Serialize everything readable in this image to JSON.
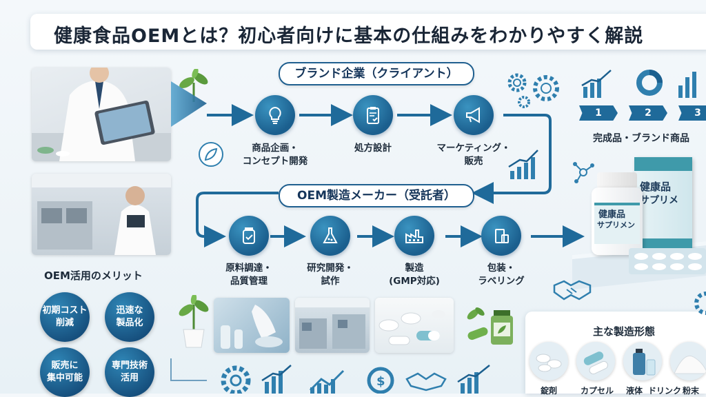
{
  "title": "健康食品OEMとは？初心者向けに基本の仕組みをわかりやすく解説",
  "brand_pill": "ブランド企業（クライアント）",
  "oem_pill": "OEM製造メーカー（受託者）",
  "brand_steps": [
    {
      "icon": "lightbulb-icon",
      "line1": "商品企画・",
      "line2": "コンセプト開発"
    },
    {
      "icon": "clipboard-check-icon",
      "line1": "処方設計",
      "line2": ""
    },
    {
      "icon": "megaphone-icon",
      "line1": "マーケティング・",
      "line2": "販売"
    }
  ],
  "oem_steps": [
    {
      "icon": "jar-check-icon",
      "line1": "原料調達・",
      "line2": "品質管理"
    },
    {
      "icon": "flask-icon",
      "line1": "研究開発・",
      "line2": "試作"
    },
    {
      "icon": "factory-icon",
      "line1": "製造",
      "line2": "(GMP対応)"
    },
    {
      "icon": "package-icon",
      "line1": "包装・",
      "line2": "ラベリング"
    }
  ],
  "merits_title": "OEM活用のメリット",
  "merits": [
    {
      "line1": "初期コスト",
      "line2": "削減"
    },
    {
      "line1": "迅速な",
      "line2": "製品化"
    },
    {
      "line1": "販売に",
      "line2": "集中可能"
    },
    {
      "line1": "専門技術",
      "line2": "活用"
    }
  ],
  "steps": [
    "1",
    "2",
    "3"
  ],
  "finished_label": "完成品・ブランド商品",
  "bottle_label": {
    "line1": "健康品",
    "line2": "サプリメン"
  },
  "box_label": {
    "line1": "健康品",
    "line2": "サプリメ"
  },
  "forms_title": "主な製造形態",
  "forms": [
    "錠剤",
    "カプセル",
    "液体",
    "ドリンク",
    "粉末"
  ],
  "colors": {
    "primary": "#1b5f8e",
    "accent": "#3a93c0",
    "arrow": "#1f6a9a",
    "leaf": "#5a9a3c"
  }
}
